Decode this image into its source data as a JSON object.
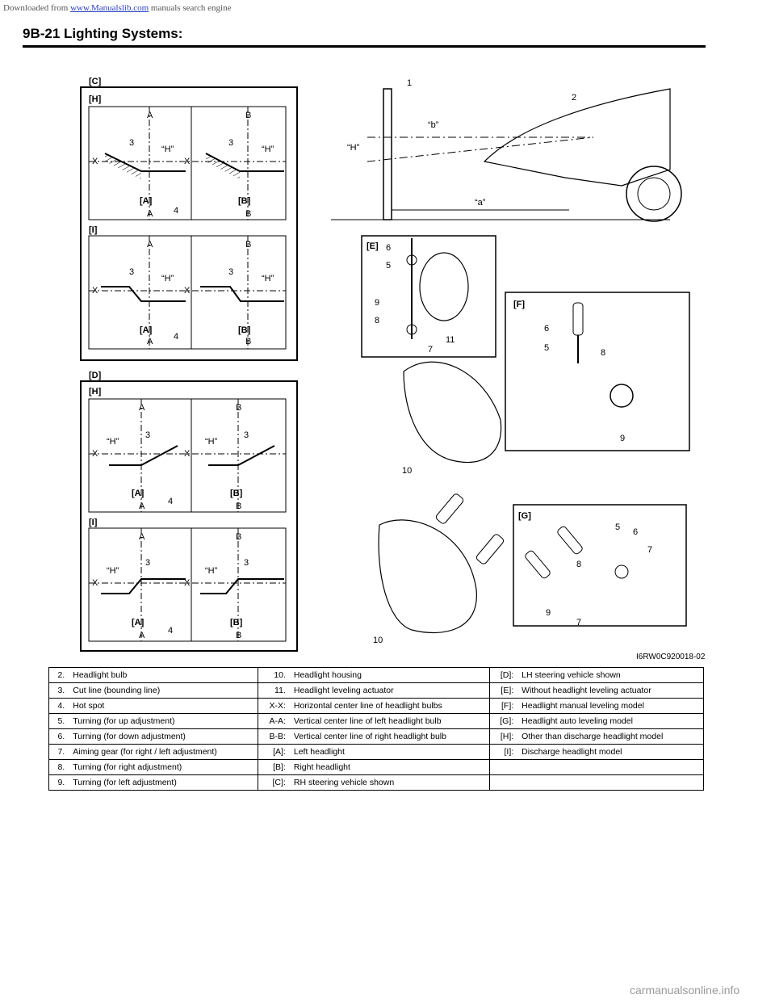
{
  "banner": {
    "prefix": "Downloaded from ",
    "link": "www.Manualslib.com",
    "suffix": " manuals search engine"
  },
  "header": {
    "title": "9B-21   Lighting Systems:"
  },
  "figure": {
    "panels": {
      "c_label": "[C]",
      "d_label": "[D]",
      "h_label": "[H]",
      "i_label": "[I]",
      "e_label": "[E]",
      "f_label": "[F]",
      "g_label": "[G]"
    },
    "labels": {
      "A": "A",
      "B": "B",
      "X": "X",
      "LA": "[A]",
      "LB": "[B]",
      "H": "“H”",
      "a": "“a”",
      "b": "“b”",
      "n1": "1",
      "n2": "2",
      "n3": "3",
      "n4": "4",
      "n5": "5",
      "n6": "6",
      "n7": "7",
      "n8": "8",
      "n9": "9",
      "n10": "10",
      "n11": "11"
    },
    "id": "I6RW0C920018-02"
  },
  "legend": {
    "rows": [
      [
        {
          "code": "2.",
          "desc": "Headlight bulb"
        },
        {
          "code": "10.",
          "desc": "Headlight housing"
        },
        {
          "code": "[D]:",
          "desc": "LH steering vehicle shown"
        }
      ],
      [
        {
          "code": "3.",
          "desc": "Cut line (bounding line)"
        },
        {
          "code": "11.",
          "desc": "Headlight leveling actuator"
        },
        {
          "code": "[E]:",
          "desc": "Without headlight leveling actuator"
        }
      ],
      [
        {
          "code": "4.",
          "desc": "Hot spot"
        },
        {
          "code": "X-X:",
          "desc": "Horizontal center line of headlight bulbs"
        },
        {
          "code": "[F]:",
          "desc": "Headlight manual leveling model"
        }
      ],
      [
        {
          "code": "5.",
          "desc": "Turning (for up adjustment)"
        },
        {
          "code": "A-A:",
          "desc": "Vertical center line of left headlight bulb"
        },
        {
          "code": "[G]:",
          "desc": "Headlight auto leveling model"
        }
      ],
      [
        {
          "code": "6.",
          "desc": "Turning (for down adjustment)"
        },
        {
          "code": "B-B:",
          "desc": "Vertical center line of right headlight bulb"
        },
        {
          "code": "[H]:",
          "desc": "Other than discharge headlight model"
        }
      ],
      [
        {
          "code": "7.",
          "desc": "Aiming gear (for right / left adjustment)"
        },
        {
          "code": "[A]:",
          "desc": "Left headlight"
        },
        {
          "code": "[I]:",
          "desc": "Discharge headlight model"
        }
      ],
      [
        {
          "code": "8.",
          "desc": "Turning (for right adjustment)"
        },
        {
          "code": "[B]:",
          "desc": "Right headlight"
        },
        {
          "code": "",
          "desc": ""
        }
      ],
      [
        {
          "code": "9.",
          "desc": "Turning (for left adjustment)"
        },
        {
          "code": "[C]:",
          "desc": "RH steering vehicle shown"
        },
        {
          "code": "",
          "desc": ""
        }
      ]
    ]
  },
  "footer": {
    "text": "carmanualsonline.info"
  }
}
